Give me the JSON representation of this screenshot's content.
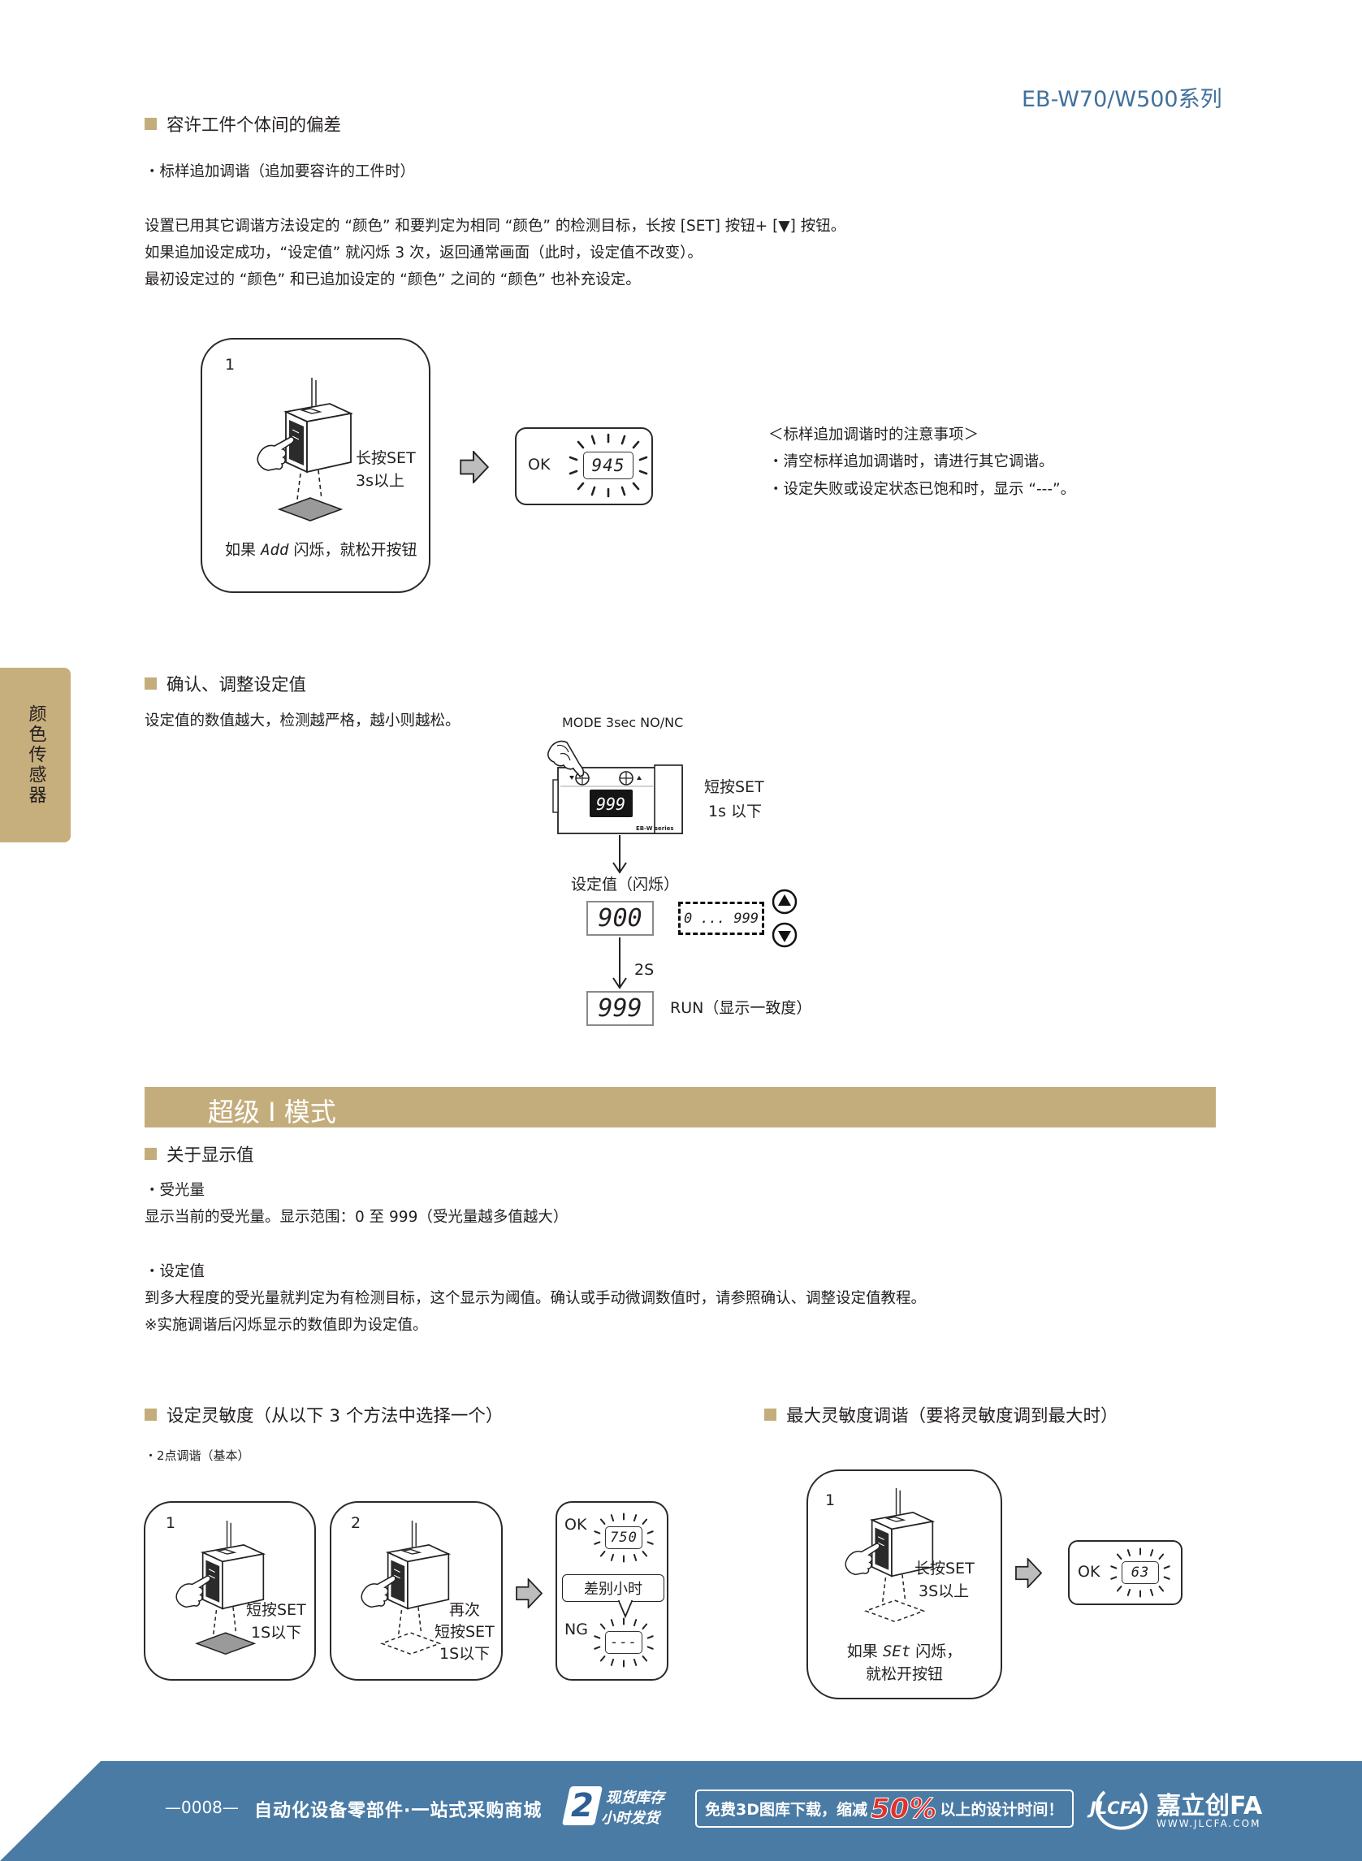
{
  "header": {
    "series": "EB-W70/W500系列"
  },
  "side_tab": {
    "label": "颜色传感器"
  },
  "colors": {
    "accent": "#c4ad7c",
    "header_blue": "#41709c",
    "footer_blue": "#4a7ba5",
    "promo_red": "#e0312a"
  },
  "tolerance": {
    "title": "容许工件个体间的偏差",
    "method": "・标样追加调谐（追加要容许的工件时）",
    "paragraphs": [
      "设置已用其它调谐方法设定的 “颜色” 和要判定为相同 “颜色” 的检测目标，长按 [SET] 按钮+ [▼] 按钮。",
      "如果追加设定成功，“设定值” 就闪烁 3 次，返回通常画面（此时，设定值不改变）。",
      "最初设定过的 “颜色” 和已追加设定的 “颜色” 之间的 “颜色” 也补充设定。"
    ],
    "diagram": {
      "step": "1",
      "action": [
        "长按SET",
        "3s以上"
      ],
      "caption_pre": "如果",
      "caption_code": "Add",
      "caption_post": "闪烁，就松开按钮",
      "ok_label": "OK",
      "display": "945"
    },
    "notes": {
      "title": "＜标样追加调谐时的注意事项＞",
      "items": [
        "・清空标样追加调谐时，请进行其它调谐。",
        "・设定失败或设定状态已饱和时，显示 “---”。"
      ]
    }
  },
  "confirm": {
    "title": "确认、调整设定值",
    "description": "设定值的数值越大，检测越严格，越小则越松。",
    "mode_label": "MODE 3sec NO/NC",
    "device": {
      "display": "999",
      "model": "EB-W series"
    },
    "press": [
      "短按SET",
      "1s 以下"
    ],
    "flash_label": "设定值（闪烁）",
    "set_value": "900",
    "range": "0 ... 999",
    "delay": "2S",
    "run_value": "999",
    "run_label": "RUN（显示一致度）"
  },
  "super_mode": {
    "band_title": "超级 I 模式",
    "display_values": {
      "title": "关于显示值",
      "received_title": "・受光量",
      "received_text": "显示当前的受光量。显示范围：0 至 999（受光量越多值越大）",
      "setting_title": "・设定值",
      "setting_text": "到多大程度的受光量就判定为有检测目标，这个显示为阈值。确认或手动微调数值时，请参照确认、调整设定值教程。",
      "setting_note": "※实施调谐后闪烁显示的数值即为设定值。"
    },
    "sensitivity": {
      "title": "设定灵敏度（从以下 3 个方法中选择一个）",
      "method": "・2点调谐（基本）",
      "step1": {
        "num": "1",
        "action": [
          "短按SET",
          "1S以下"
        ]
      },
      "step2": {
        "num": "2",
        "action": [
          "再次",
          "短按SET",
          "1S以下"
        ]
      },
      "result": {
        "ok_label": "OK",
        "ok_display": "750",
        "bubble": "差别小时",
        "ng_label": "NG",
        "ng_display": "---"
      }
    },
    "max_sensitivity": {
      "title": "最大灵敏度调谐（要将灵敏度调到最大时）",
      "step": "1",
      "action": [
        "长按SET",
        "3S以上"
      ],
      "caption_pre": "如果",
      "caption_code": "SEt",
      "caption_post": "闪烁，",
      "caption_line2": "就松开按钮",
      "ok_label": "OK",
      "display": "63"
    }
  },
  "footer": {
    "page": "—0008—",
    "slogan": "自动化设备零部件·一站式采购商城",
    "badge_num": "2",
    "badge_lines": [
      "现货库存",
      "小时发货"
    ],
    "promo_pre": "免费3D图库下载，缩减",
    "promo_pct": "50%",
    "promo_post": "以上的设计时间！",
    "logo_mark": "JLCFA",
    "brand": "嘉立创FA",
    "url": "WWW.JLCFA.COM"
  }
}
